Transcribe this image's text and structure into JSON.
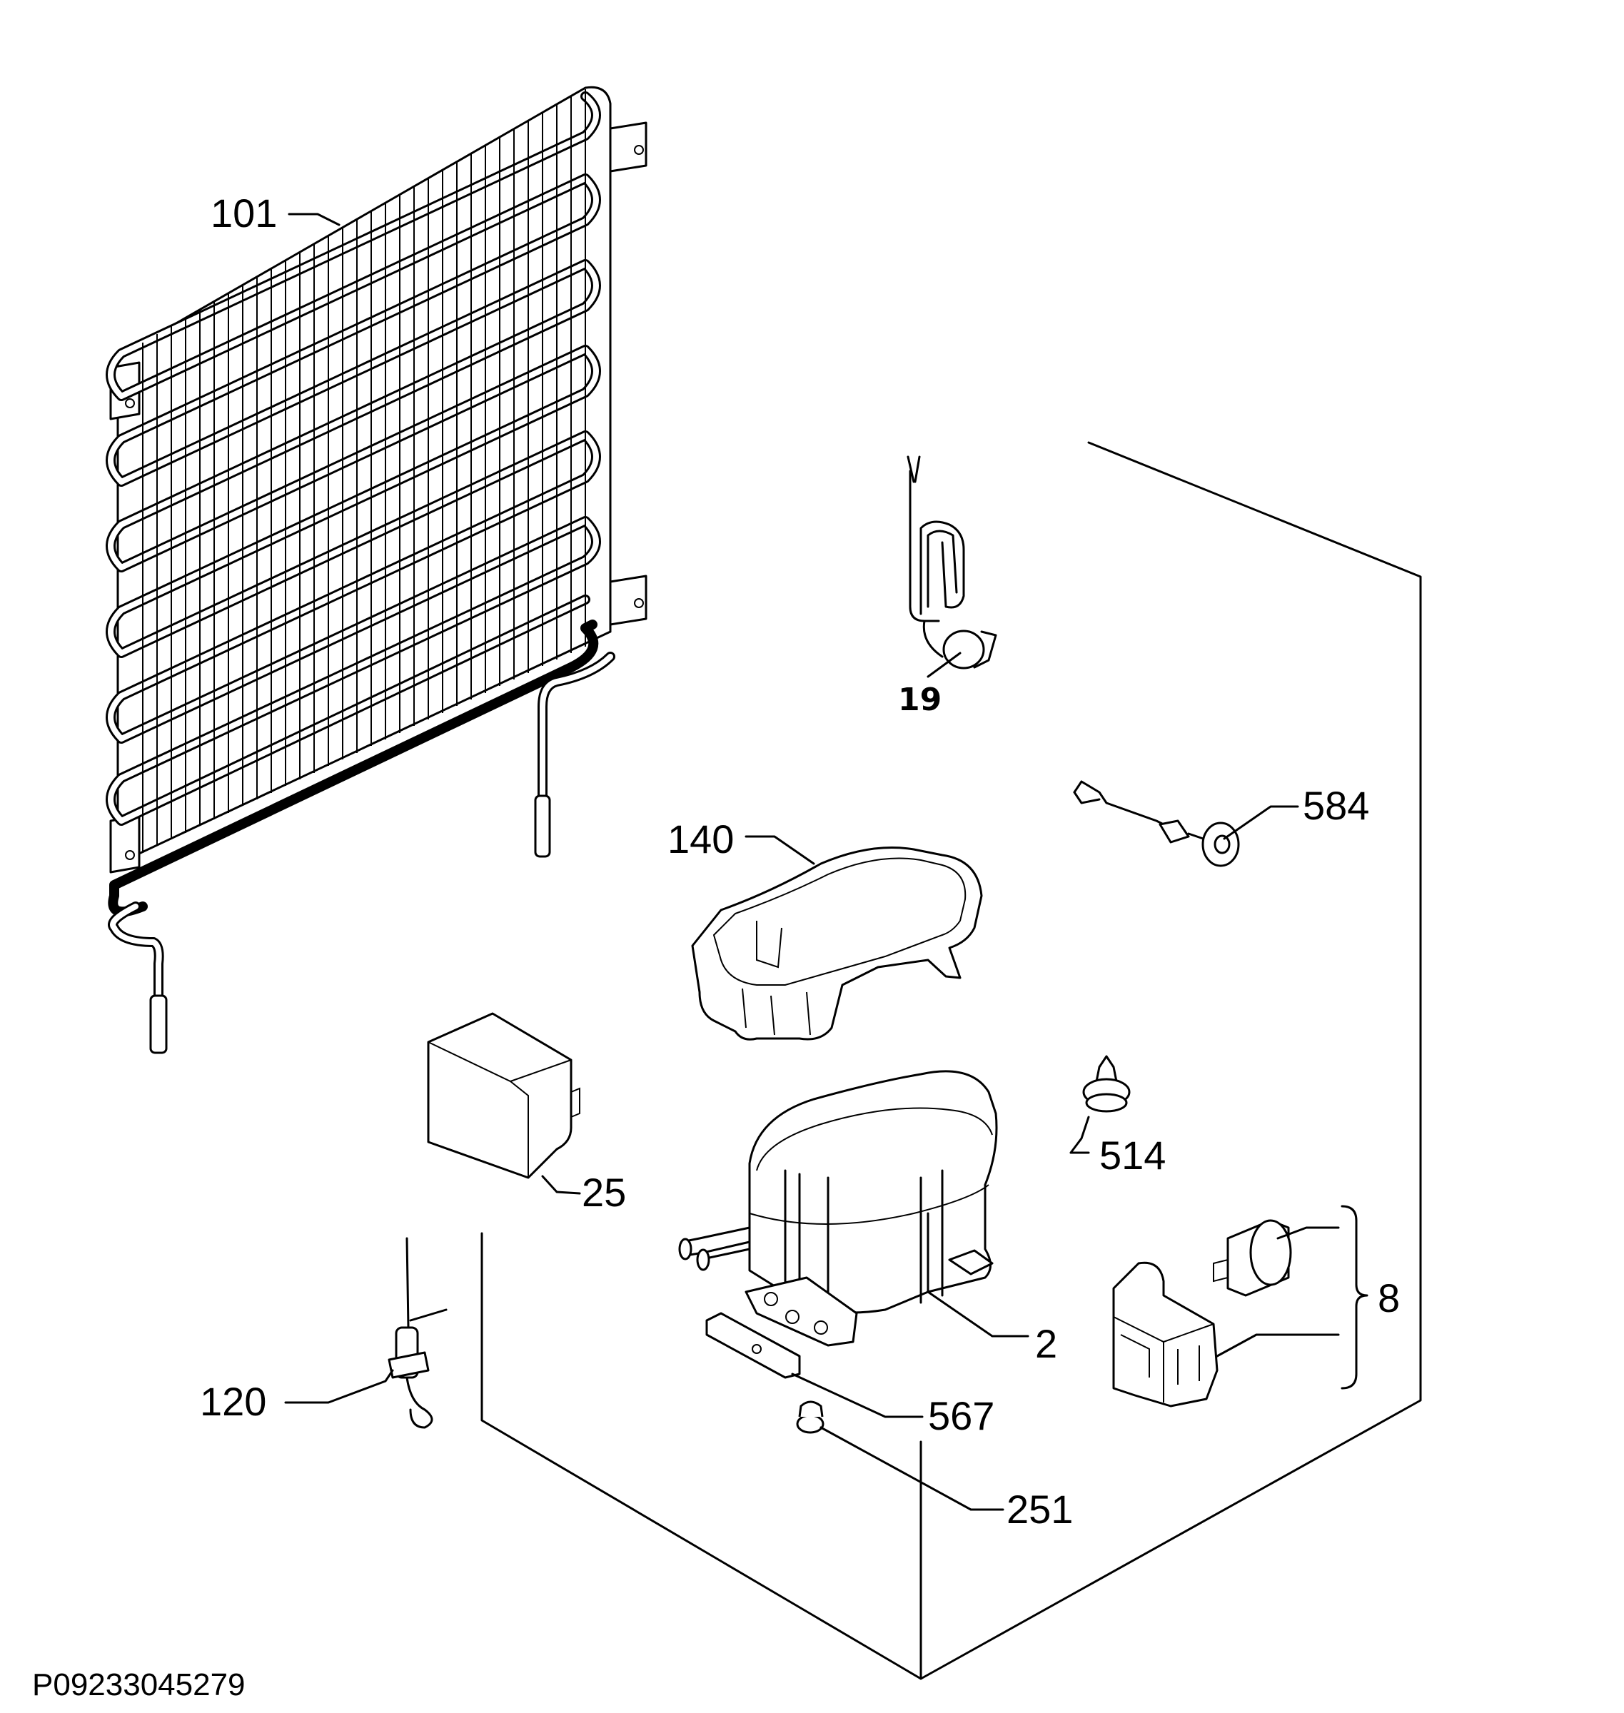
{
  "diagram": {
    "part_numbers": {
      "condenser": "101",
      "wire_harness": "19",
      "power_cord_plug": "584",
      "drip_tray": "140",
      "grommet_clip": "514",
      "relay_box_cover": "25",
      "start_relay_group": "8",
      "compressor": "2",
      "mounting_plate": "567",
      "rubber_foot": "251",
      "filter_drier": "120"
    },
    "drawing_code": "P09233045279"
  }
}
